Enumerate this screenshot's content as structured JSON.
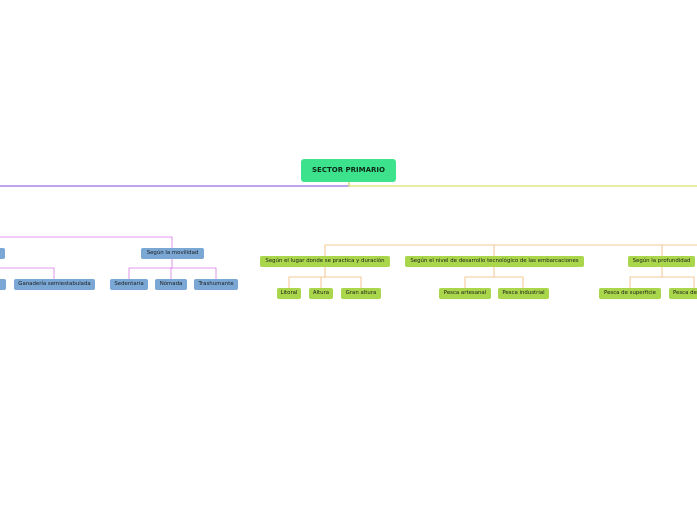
{
  "root": {
    "label": "SECTOR PRIMARIO"
  },
  "left": {
    "group_movilidad": {
      "label": "Según la movilidad",
      "children": [
        "Sedentaria",
        "Nómada",
        "Trashumante"
      ]
    },
    "ganaderia_semiestabulada": {
      "label": "Ganadería semiestabulada"
    }
  },
  "right": {
    "group_lugar": {
      "label": "Según el lugar donde se practica y duración",
      "children": [
        "Litoral",
        "Altura",
        "Gran altura"
      ]
    },
    "group_nivel": {
      "label": "Según el nivel de desarrollo tecnológico de las embarcaciones",
      "children": [
        "Pesca artesanal",
        "Pesca industrial"
      ]
    },
    "group_profundidad": {
      "label": "Según la profundidad",
      "children": [
        "Pesca de superficie",
        "Pesca de"
      ]
    }
  },
  "colors": {
    "root": "#3de38c",
    "left_branch": "#9a6ee0",
    "left_sub": "#d77ae6",
    "right_branch": "#d8e26a",
    "right_sub": "#f3b878",
    "blue_node": "#7aa7d4",
    "green_node": "#a9d64a"
  }
}
